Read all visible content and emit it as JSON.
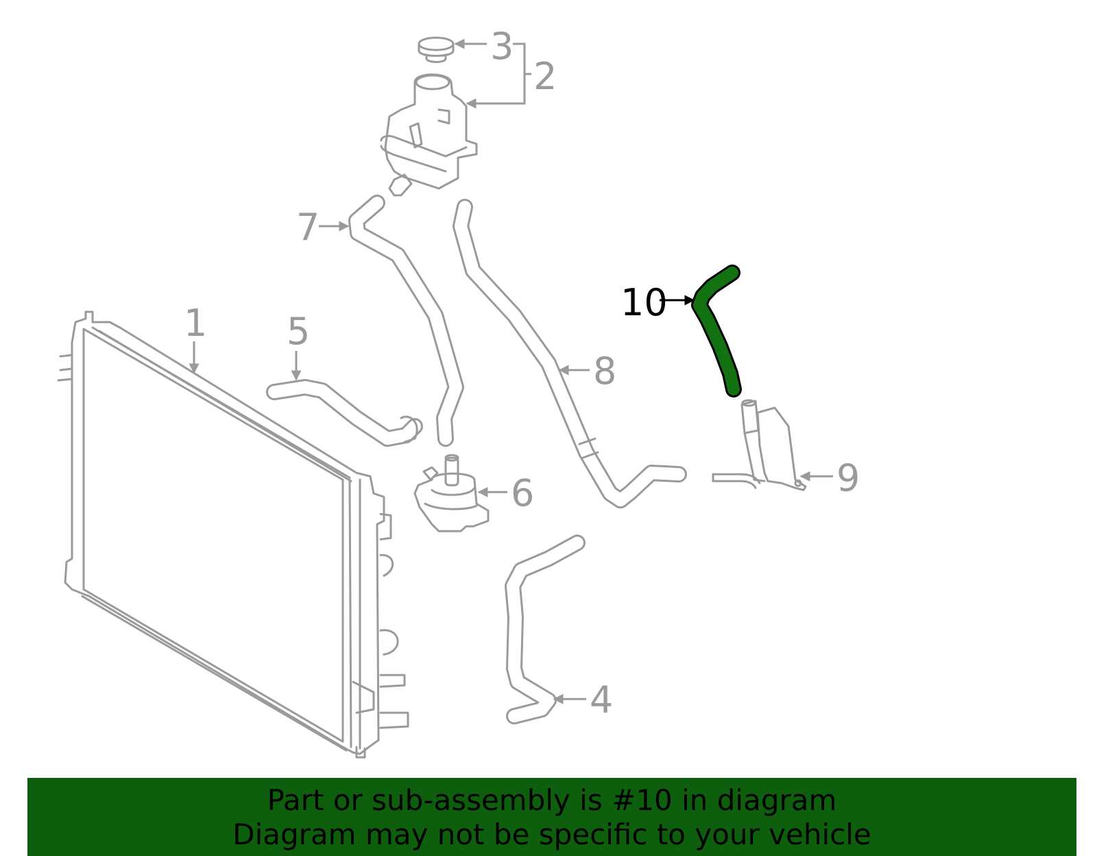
{
  "colors": {
    "outline": "#9a9a9a",
    "highlight_fill": "#127212",
    "highlight_stroke": "#000000",
    "banner_bg": "#0d5e0d",
    "banner_text": "#000000"
  },
  "callouts": [
    {
      "id": "1",
      "text": "1",
      "highlighted": false
    },
    {
      "id": "2",
      "text": "2",
      "highlighted": false
    },
    {
      "id": "3",
      "text": "3",
      "highlighted": false
    },
    {
      "id": "4",
      "text": "4",
      "highlighted": false
    },
    {
      "id": "5",
      "text": "5",
      "highlighted": false
    },
    {
      "id": "6",
      "text": "6",
      "highlighted": false
    },
    {
      "id": "7",
      "text": "7",
      "highlighted": false
    },
    {
      "id": "8",
      "text": "8",
      "highlighted": false
    },
    {
      "id": "9",
      "text": "9",
      "highlighted": false
    },
    {
      "id": "10",
      "text": "10",
      "highlighted": true
    }
  ],
  "footer": {
    "line1": "Part or sub-assembly is #10 in diagram",
    "line2": "Diagram may not be specific to your vehicle"
  }
}
